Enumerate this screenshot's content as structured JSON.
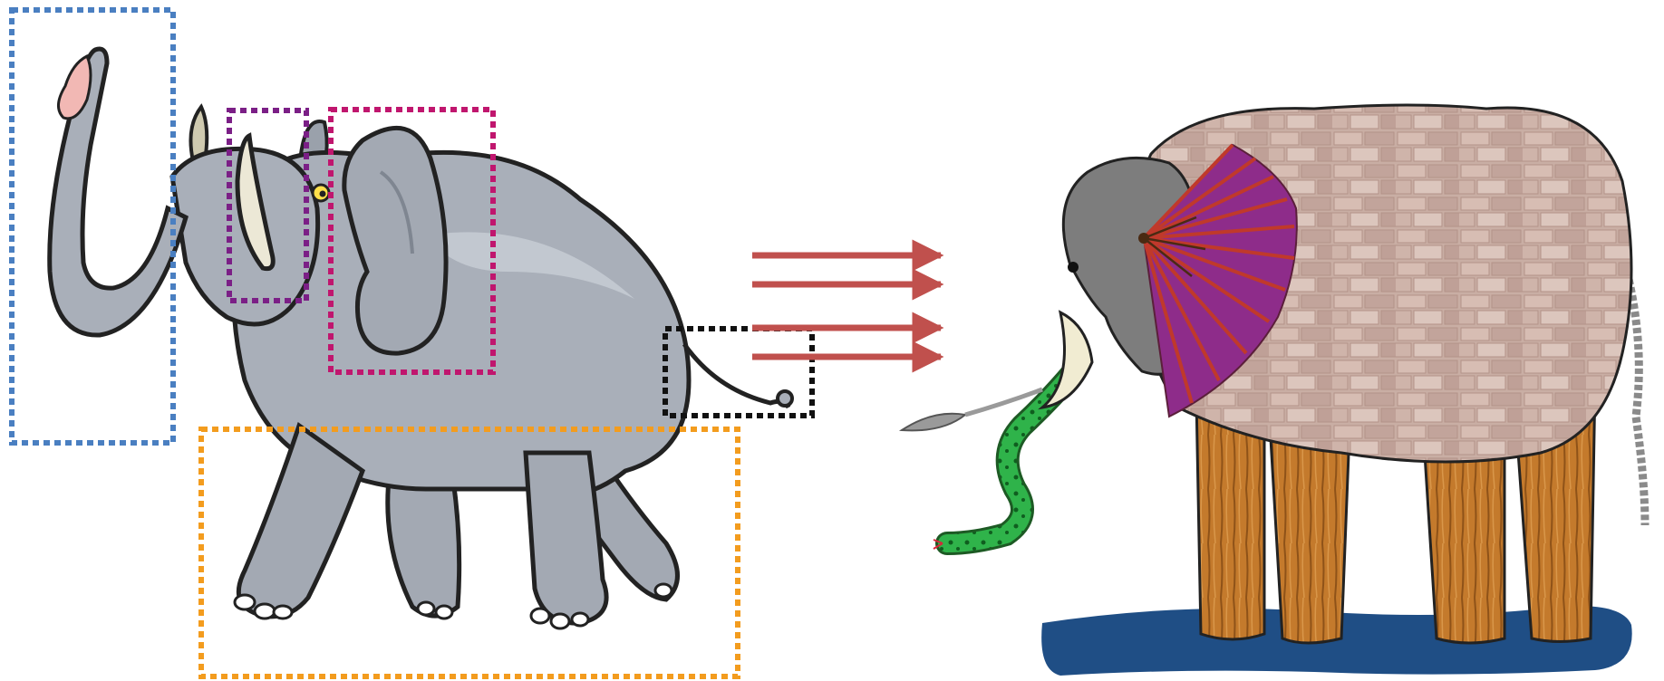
{
  "figure": {
    "left_panel": {
      "subject": "cartoon-elephant",
      "part_boxes": [
        {
          "part": "trunk",
          "color": "#4a7fc1"
        },
        {
          "part": "tusk",
          "color": "#7b1f86"
        },
        {
          "part": "ear",
          "color": "#c0166e"
        },
        {
          "part": "tail",
          "color": "#111111"
        },
        {
          "part": "legs",
          "color": "#f39c1e"
        }
      ]
    },
    "arrows": {
      "count": 4,
      "color": "#c0504d"
    },
    "right_panel": {
      "subject": "elephant-collage",
      "parts": [
        {
          "part": "head",
          "material": "grey-stone"
        },
        {
          "part": "ear",
          "material": "folding-fan",
          "color": "#8e2c8a"
        },
        {
          "part": "body",
          "material": "brick-wall",
          "color": "#c9aea4"
        },
        {
          "part": "legs",
          "material": "wood",
          "color": "#c47a2c"
        },
        {
          "part": "trunk",
          "material": "green-snake",
          "color": "#2fb34a"
        },
        {
          "part": "tusk",
          "material": "ivory",
          "color": "#f1ecd2"
        },
        {
          "part": "tail",
          "material": "rope",
          "color": "#888888"
        },
        {
          "part": "ground",
          "material": "blue-water",
          "color": "#1f4e85"
        }
      ]
    }
  }
}
